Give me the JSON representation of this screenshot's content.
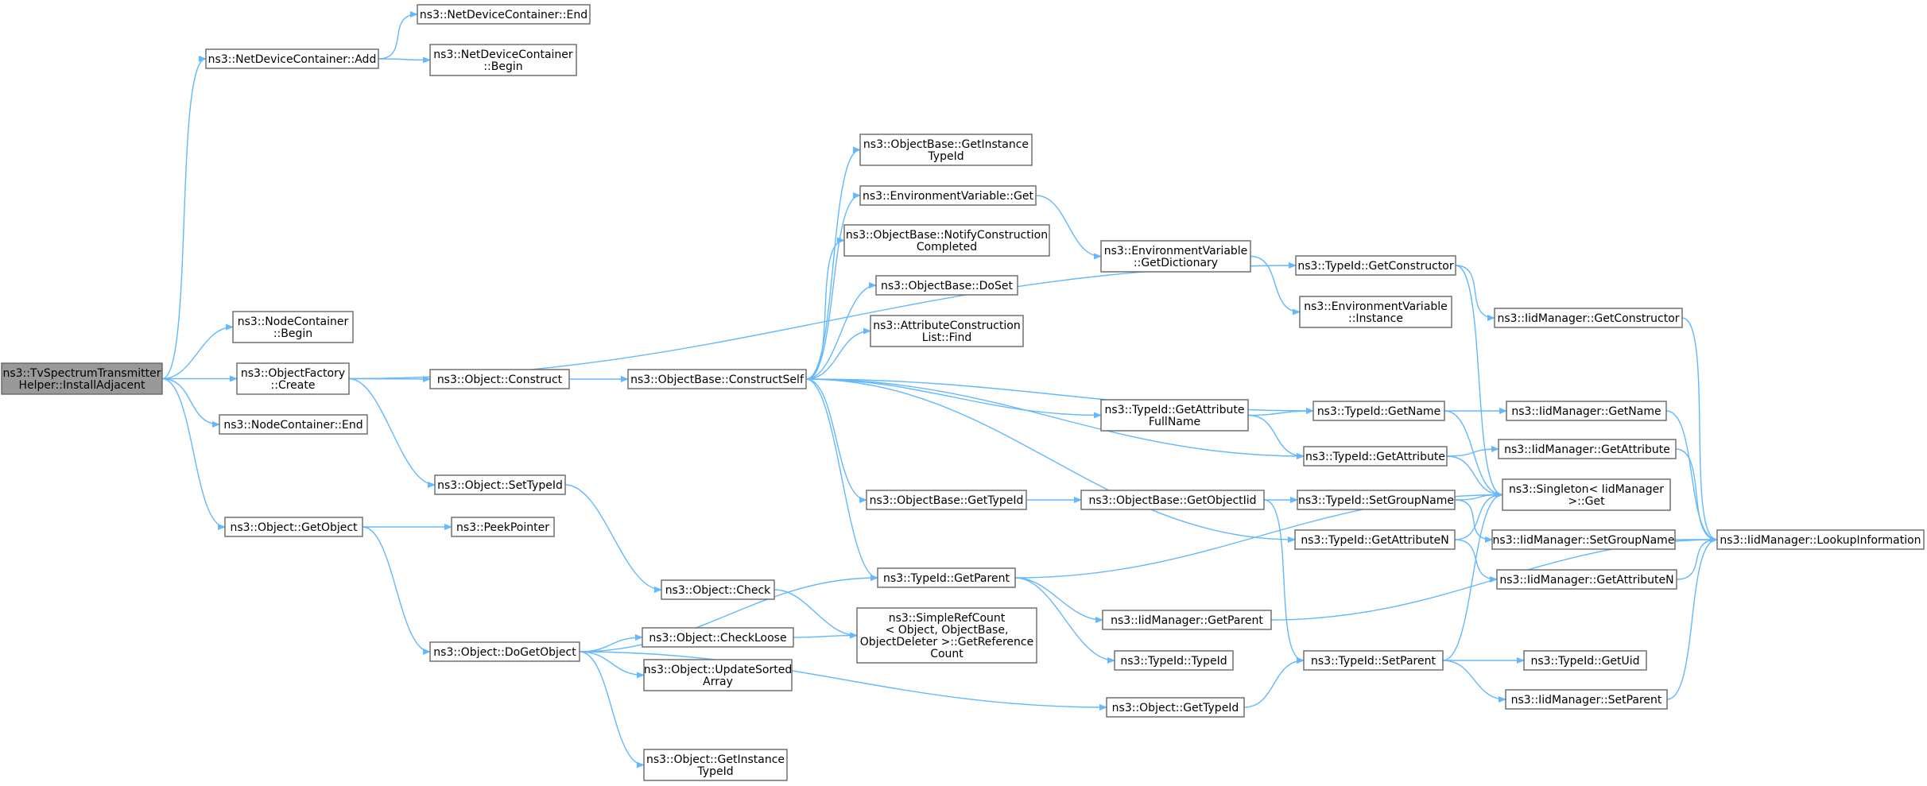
{
  "nodes": [
    {
      "id": "root",
      "lines": [
        "ns3::TvSpectrumTransmitter",
        "Helper::InstallAdjacent"
      ],
      "root": true
    },
    {
      "id": "ndc_add",
      "lines": [
        "ns3::NetDeviceContainer::Add"
      ]
    },
    {
      "id": "ndc_end",
      "lines": [
        "ns3::NetDeviceContainer::End"
      ]
    },
    {
      "id": "ndc_begin",
      "lines": [
        "ns3::NetDeviceContainer",
        "::Begin"
      ]
    },
    {
      "id": "nc_begin",
      "lines": [
        "ns3::NodeContainer",
        "::Begin"
      ]
    },
    {
      "id": "of_create",
      "lines": [
        "ns3::ObjectFactory",
        "::Create"
      ]
    },
    {
      "id": "nc_end",
      "lines": [
        "ns3::NodeContainer::End"
      ]
    },
    {
      "id": "obj_getobject",
      "lines": [
        "ns3::Object::GetObject"
      ]
    },
    {
      "id": "obj_construct",
      "lines": [
        "ns3::Object::Construct"
      ]
    },
    {
      "id": "obj_settypeid",
      "lines": [
        "ns3::Object::SetTypeId"
      ]
    },
    {
      "id": "peekpointer",
      "lines": [
        "ns3::PeekPointer"
      ]
    },
    {
      "id": "obj_dogetobject",
      "lines": [
        "ns3::Object::DoGetObject"
      ]
    },
    {
      "id": "ob_constructself",
      "lines": [
        "ns3::ObjectBase::ConstructSelf"
      ]
    },
    {
      "id": "obj_check",
      "lines": [
        "ns3::Object::Check"
      ]
    },
    {
      "id": "obj_checkloose",
      "lines": [
        "ns3::Object::CheckLoose"
      ]
    },
    {
      "id": "obj_updatesorted",
      "lines": [
        "ns3::Object::UpdateSorted",
        "Array"
      ]
    },
    {
      "id": "obj_getinstancetypeid",
      "lines": [
        "ns3::Object::GetInstance",
        "TypeId"
      ]
    },
    {
      "id": "ob_getinstancetypeid",
      "lines": [
        "ns3::ObjectBase::GetInstance",
        "TypeId"
      ]
    },
    {
      "id": "ev_get",
      "lines": [
        "ns3::EnvironmentVariable::Get"
      ]
    },
    {
      "id": "ob_notify",
      "lines": [
        "ns3::ObjectBase::NotifyConstruction",
        "Completed"
      ]
    },
    {
      "id": "ob_doset",
      "lines": [
        "ns3::ObjectBase::DoSet"
      ]
    },
    {
      "id": "acl_find",
      "lines": [
        "ns3::AttributeConstruction",
        "List::Find"
      ]
    },
    {
      "id": "ob_gettypeid",
      "lines": [
        "ns3::ObjectBase::GetTypeId"
      ]
    },
    {
      "id": "tid_getparent",
      "lines": [
        "ns3::TypeId::GetParent"
      ]
    },
    {
      "id": "src",
      "lines": [
        "ns3::SimpleRefCount",
        "< Object, ObjectBase,",
        "ObjectDeleter >::GetReference",
        "Count"
      ]
    },
    {
      "id": "ev_getdict",
      "lines": [
        "ns3::EnvironmentVariable",
        "::GetDictionary"
      ]
    },
    {
      "id": "tid_getattrfullname",
      "lines": [
        "ns3::TypeId::GetAttribute",
        "FullName"
      ]
    },
    {
      "id": "ob_getobjectiid",
      "lines": [
        "ns3::ObjectBase::GetObjectIid"
      ]
    },
    {
      "id": "iid_getparent",
      "lines": [
        "ns3::IidManager::GetParent"
      ]
    },
    {
      "id": "tid_typeid",
      "lines": [
        "ns3::TypeId::TypeId"
      ]
    },
    {
      "id": "obj_gettypeid",
      "lines": [
        "ns3::Object::GetTypeId"
      ]
    },
    {
      "id": "tid_getconstructor",
      "lines": [
        "ns3::TypeId::GetConstructor"
      ]
    },
    {
      "id": "ev_instance",
      "lines": [
        "ns3::EnvironmentVariable",
        "::Instance"
      ]
    },
    {
      "id": "tid_getname",
      "lines": [
        "ns3::TypeId::GetName"
      ]
    },
    {
      "id": "tid_getattribute",
      "lines": [
        "ns3::TypeId::GetAttribute"
      ]
    },
    {
      "id": "tid_setgroupname",
      "lines": [
        "ns3::TypeId::SetGroupName"
      ]
    },
    {
      "id": "tid_getattributen",
      "lines": [
        "ns3::TypeId::GetAttributeN"
      ]
    },
    {
      "id": "tid_setparent",
      "lines": [
        "ns3::TypeId::SetParent"
      ]
    },
    {
      "id": "iid_getconstructor",
      "lines": [
        "ns3::IidManager::GetConstructor"
      ]
    },
    {
      "id": "iid_getname",
      "lines": [
        "ns3::IidManager::GetName"
      ]
    },
    {
      "id": "iid_getattribute",
      "lines": [
        "ns3::IidManager::GetAttribute"
      ]
    },
    {
      "id": "singleton_get",
      "lines": [
        "ns3::Singleton< IidManager",
        " >::Get"
      ]
    },
    {
      "id": "iid_setgroupname",
      "lines": [
        "ns3::IidManager::SetGroupName"
      ]
    },
    {
      "id": "iid_getattributen",
      "lines": [
        "ns3::IidManager::GetAttributeN"
      ]
    },
    {
      "id": "tid_getuid",
      "lines": [
        "ns3::TypeId::GetUid"
      ]
    },
    {
      "id": "iid_setparent",
      "lines": [
        "ns3::IidManager::SetParent"
      ]
    },
    {
      "id": "iid_lookup",
      "lines": [
        "ns3::IidManager::LookupInformation"
      ]
    }
  ],
  "edges": [
    [
      "root",
      "ndc_add"
    ],
    [
      "root",
      "nc_begin"
    ],
    [
      "root",
      "of_create"
    ],
    [
      "root",
      "nc_end"
    ],
    [
      "root",
      "obj_getobject"
    ],
    [
      "ndc_add",
      "ndc_end"
    ],
    [
      "ndc_add",
      "ndc_begin"
    ],
    [
      "of_create",
      "tid_getconstructor"
    ],
    [
      "of_create",
      "obj_construct"
    ],
    [
      "of_create",
      "obj_settypeid"
    ],
    [
      "obj_construct",
      "ob_constructself"
    ],
    [
      "obj_settypeid",
      "obj_check"
    ],
    [
      "obj_getobject",
      "peekpointer"
    ],
    [
      "obj_getobject",
      "obj_dogetobject"
    ],
    [
      "obj_dogetobject",
      "tid_getparent"
    ],
    [
      "obj_dogetobject",
      "obj_checkloose"
    ],
    [
      "obj_dogetobject",
      "obj_updatesorted"
    ],
    [
      "obj_dogetobject",
      "obj_getinstancetypeid"
    ],
    [
      "obj_dogetobject",
      "obj_gettypeid"
    ],
    [
      "obj_check",
      "src"
    ],
    [
      "obj_checkloose",
      "src"
    ],
    [
      "ob_constructself",
      "ob_getinstancetypeid"
    ],
    [
      "ob_constructself",
      "ev_get"
    ],
    [
      "ob_constructself",
      "ob_notify"
    ],
    [
      "ob_constructself",
      "ob_doset"
    ],
    [
      "ob_constructself",
      "acl_find"
    ],
    [
      "ob_constructself",
      "tid_getname"
    ],
    [
      "ob_constructself",
      "tid_getattrfullname"
    ],
    [
      "ob_constructself",
      "tid_getattribute"
    ],
    [
      "ob_constructself",
      "ob_gettypeid"
    ],
    [
      "ob_constructself",
      "tid_getattributen"
    ],
    [
      "ob_constructself",
      "tid_getparent"
    ],
    [
      "ev_get",
      "ev_getdict"
    ],
    [
      "ev_getdict",
      "ev_instance"
    ],
    [
      "tid_getattrfullname",
      "tid_getname"
    ],
    [
      "tid_getattrfullname",
      "tid_getattribute"
    ],
    [
      "ob_gettypeid",
      "ob_getobjectiid"
    ],
    [
      "ob_getobjectiid",
      "tid_setgroupname"
    ],
    [
      "ob_getobjectiid",
      "tid_setparent"
    ],
    [
      "tid_getparent",
      "singleton_get"
    ],
    [
      "tid_getparent",
      "iid_getparent"
    ],
    [
      "tid_getparent",
      "tid_typeid"
    ],
    [
      "obj_gettypeid",
      "tid_setparent"
    ],
    [
      "tid_getconstructor",
      "iid_getconstructor"
    ],
    [
      "tid_getconstructor",
      "singleton_get"
    ],
    [
      "tid_getname",
      "iid_getname"
    ],
    [
      "tid_getname",
      "singleton_get"
    ],
    [
      "tid_getattribute",
      "iid_getattribute"
    ],
    [
      "tid_getattribute",
      "singleton_get"
    ],
    [
      "tid_setgroupname",
      "singleton_get"
    ],
    [
      "tid_setgroupname",
      "iid_setgroupname"
    ],
    [
      "tid_getattributen",
      "singleton_get"
    ],
    [
      "tid_getattributen",
      "iid_getattributen"
    ],
    [
      "tid_setparent",
      "singleton_get"
    ],
    [
      "tid_setparent",
      "tid_getuid"
    ],
    [
      "tid_setparent",
      "iid_setparent"
    ],
    [
      "iid_getconstructor",
      "iid_lookup"
    ],
    [
      "iid_getname",
      "iid_lookup"
    ],
    [
      "iid_getattribute",
      "iid_lookup"
    ],
    [
      "iid_setgroupname",
      "iid_lookup"
    ],
    [
      "iid_getattributen",
      "iid_lookup"
    ],
    [
      "iid_setparent",
      "iid_lookup"
    ],
    [
      "iid_getparent",
      "iid_lookup"
    ]
  ]
}
